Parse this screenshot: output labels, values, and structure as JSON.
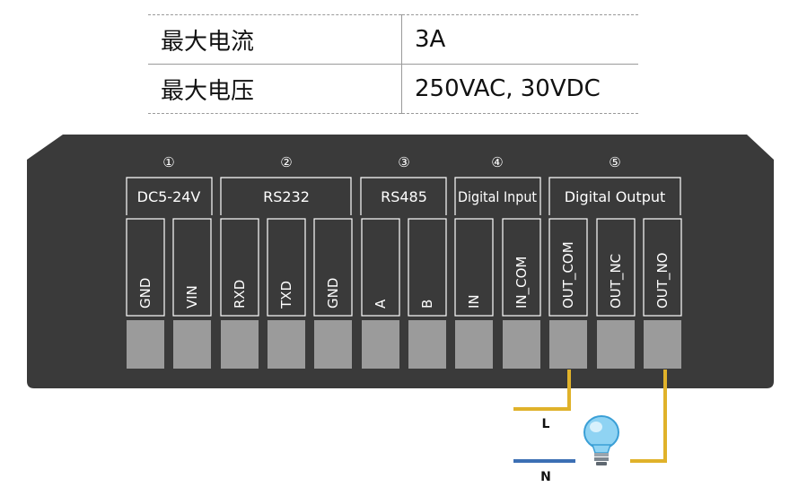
{
  "specs": [
    {
      "label": "最大电流",
      "value": "3A"
    },
    {
      "label": "最大电压",
      "value": "250VAC, 30VDC"
    }
  ],
  "groups": [
    {
      "num": "①",
      "label": "DC5-24V"
    },
    {
      "num": "②",
      "label": "RS232"
    },
    {
      "num": "③",
      "label": "RS485"
    },
    {
      "num": "④",
      "label": "Digital Input"
    },
    {
      "num": "⑤",
      "label": "Digital Output"
    }
  ],
  "pins": [
    "GND",
    "VIN",
    "RXD",
    "TXD",
    "GND",
    "A",
    "B",
    "IN",
    "IN_COM",
    "OUT_COM",
    "OUT_NC",
    "OUT_NO"
  ],
  "wires": {
    "line": "L",
    "neutral": "N"
  },
  "colors": {
    "panel": "#3a3a3a",
    "terminal": "#9b9b9b",
    "wire_live": "#e0b22a",
    "wire_neutral": "#3c6fb4",
    "bulb": "#6cc4ee"
  },
  "icons": [
    "light-bulb-icon"
  ]
}
